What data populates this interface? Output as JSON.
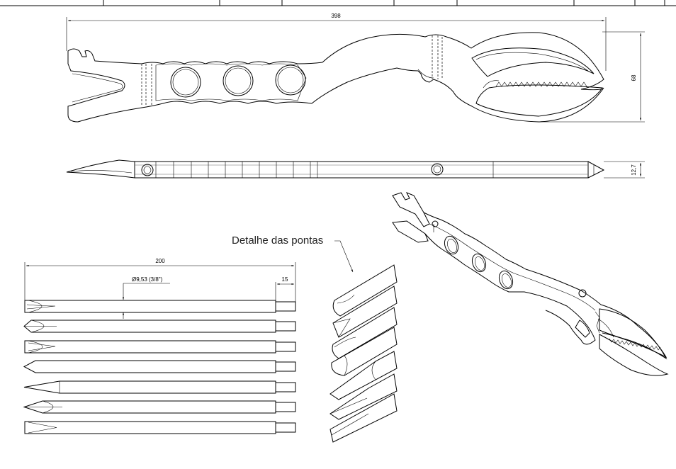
{
  "dimensions": {
    "overall_length": "398",
    "height": "68",
    "thickness": "12,7",
    "bit_length": "200",
    "bit_diameter": "Ø9,53 (3/8\")",
    "bit_tip_length": "15"
  },
  "callout": {
    "tip_detail": "Detalhe das pontas"
  }
}
